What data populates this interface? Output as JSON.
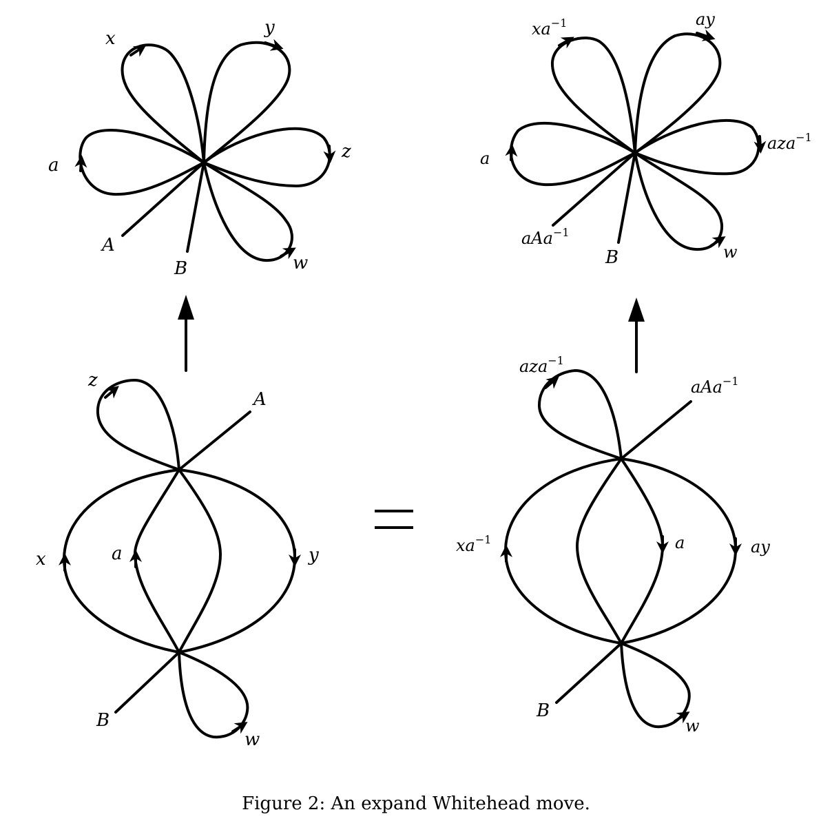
{
  "diagrams": {
    "top_left": {
      "labels": {
        "x": "x",
        "y": "y",
        "z": "z",
        "a": "a",
        "A": "A",
        "B": "B",
        "w": "w"
      }
    },
    "top_right": {
      "labels": {
        "xa": "xa",
        "xa_exp": "−1",
        "ay": "ay",
        "aza": "aza",
        "aza_exp": "−1",
        "a": "a",
        "aAa": "aAa",
        "aAa_exp": "−1",
        "B": "B",
        "w": "w"
      }
    },
    "bottom_left": {
      "labels": {
        "z": "z",
        "A": "A",
        "x": "x",
        "a": "a",
        "y": "y",
        "B": "B",
        "w": "w"
      }
    },
    "bottom_right": {
      "labels": {
        "aza": "aza",
        "aza_exp": "−1",
        "aAa": "aAa",
        "aAa_exp": "−1",
        "xa": "xa",
        "xa_exp": "−1",
        "a": "a",
        "ay": "ay",
        "B": "B",
        "w": "w"
      }
    }
  },
  "caption": "Figure 2: An expand Whitehead move."
}
